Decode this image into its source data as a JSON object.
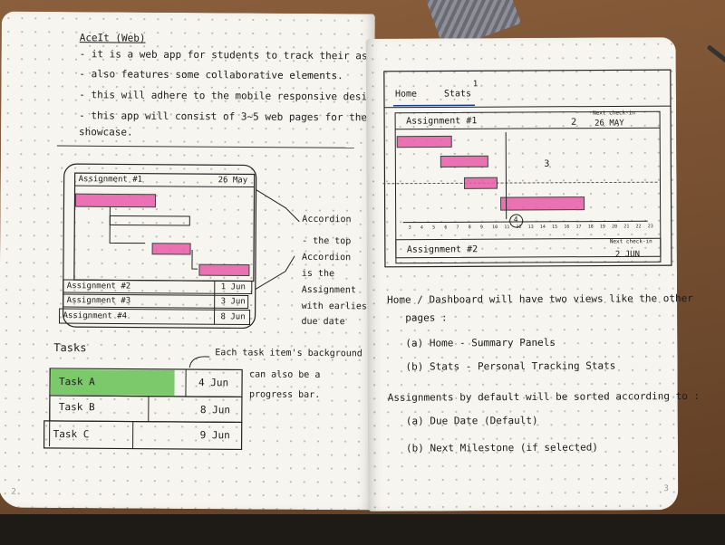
{
  "left_page": {
    "title": "AceIt (Web)",
    "bullets": [
      "- it is a web app for students to track their assignments",
      "- also features some collaborative elements.",
      "- this will adhere to the mobile responsive design.",
      "- this app will consist of 3~5 web pages for the",
      "showcase."
    ],
    "accordion": {
      "top_title": "Assignment #1",
      "top_date": "26 May",
      "rows": [
        {
          "title": "Assignment #2",
          "date": "1 Jun"
        },
        {
          "title": "Assignment #3",
          "date": "3 Jun"
        },
        {
          "title": "Assignment #4",
          "date": "8 Jun"
        }
      ],
      "note": [
        "Accordion",
        "- the top",
        "Accordion",
        "is the",
        "Assignment",
        "with earliest",
        "due date"
      ]
    },
    "tasks_heading": "Tasks",
    "tasks": [
      {
        "name": "Task A",
        "date": "4 Jun",
        "progress": 0.65
      },
      {
        "name": "Task B",
        "date": "8 Jun",
        "progress": 0
      },
      {
        "name": "Task C",
        "date": "9 Jun",
        "progress": 0
      }
    ],
    "tasks_note": [
      "Each task item's background",
      "can also be a",
      "progress bar."
    ],
    "page_number": "2"
  },
  "right_page": {
    "tabs": [
      "Home",
      "Stats"
    ],
    "marker_1": "1",
    "card1": {
      "title": "Assignment #1",
      "marker": "2",
      "next_label": "Next check-in",
      "next_date": "26 MAY"
    },
    "gantt_marker": "3",
    "axis_marker": "4",
    "axis_ticks": [
      "3",
      "4",
      "5",
      "6",
      "7",
      "8",
      "9",
      "10",
      "11",
      "12",
      "13",
      "14",
      "15",
      "16",
      "17",
      "18",
      "19",
      "20",
      "21",
      "22",
      "23"
    ],
    "card2": {
      "title": "Assignment #2",
      "next_label": "Next check-in",
      "next_date": "2 JUN"
    },
    "notes": [
      "Home / Dashboard will have two views like the other",
      "pages :",
      "(a) Home - Summary Panels",
      "(b) Stats - Personal Tracking Stats",
      "Assignments by default will be sorted according to :",
      "(a) Due Date (Default)",
      "(b) Next Milestone (if selected)"
    ],
    "page_number": "3"
  },
  "colors": {
    "highlight": "#e85aa8",
    "progress": "#7bc96a",
    "ink": "#1b1b1b",
    "paper": "#f7f5ef"
  }
}
